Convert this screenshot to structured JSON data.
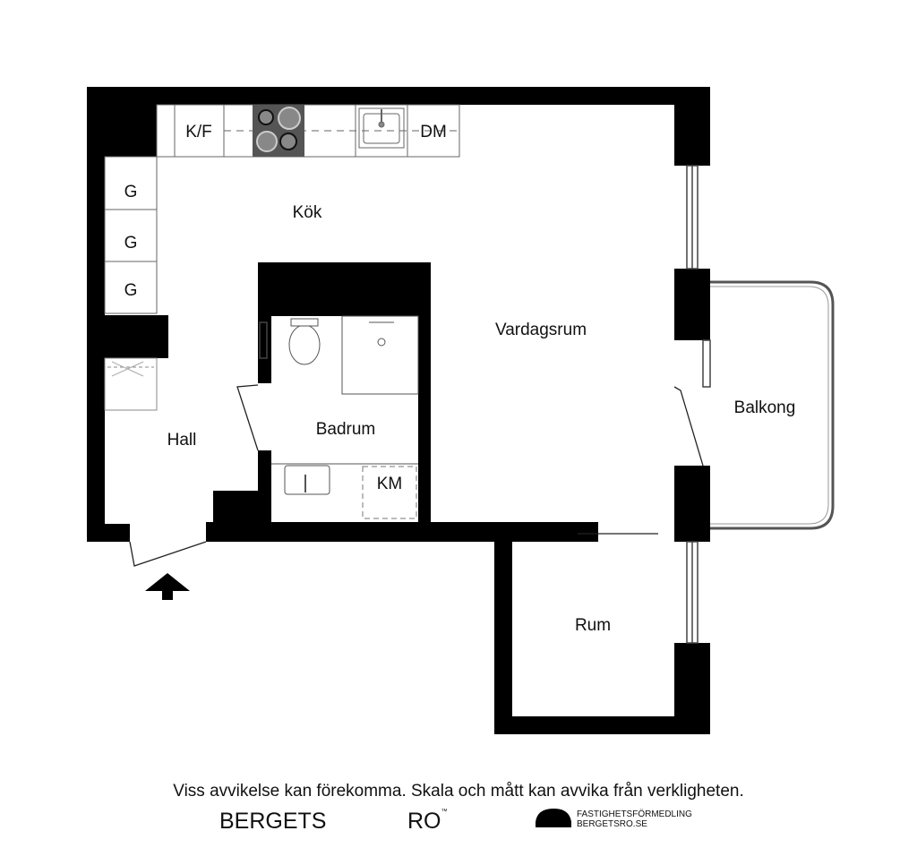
{
  "rooms": {
    "kok": "Kök",
    "vardagsrum": "Vardagsrum",
    "badrum": "Badrum",
    "hall": "Hall",
    "balkong": "Balkong",
    "rum": "Rum"
  },
  "fixtures": {
    "fridge_freezer": "K/F",
    "dishwasher": "DM",
    "wardrobe": "G",
    "washing_machine": "KM"
  },
  "disclaimer": "Viss avvikelse kan förekomma. Skala och mått kan avvika från verkligheten.",
  "logo": {
    "word1": "BERGETS",
    "word2": "RO",
    "tm": "™",
    "line1": "FASTIGHETSFÖRMEDLING",
    "line2": "BERGETSRO.SE"
  }
}
